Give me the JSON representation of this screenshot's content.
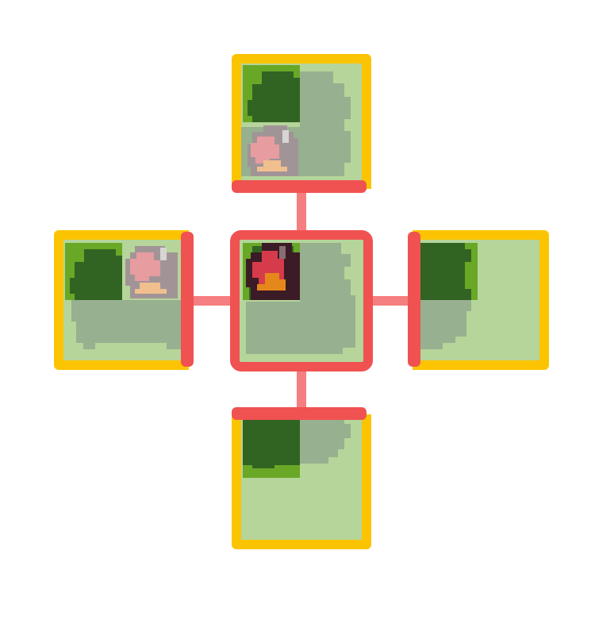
{
  "colors": {
    "background": "#ffffff",
    "selected_border": "#f05252",
    "neighbor_border": "#fcc400",
    "connector": "#f57e80",
    "grass_light": "#b5d59a",
    "grass_shadow": "#97b08f",
    "grass_bright": "#69a826",
    "bush": "#316422",
    "enemy_red": "#d63b4b",
    "enemy_dark": "#3a1b26",
    "enemy_beak": "#e6871b",
    "ghost_pink": "#e79ca0",
    "ghost_gray": "#a19497",
    "ghost_skin": "#f1bf8e"
  },
  "board": {
    "center_room": {
      "state": "selected",
      "occupant": "red-bird-enemy-icon"
    },
    "neighbors": [
      {
        "id": "north",
        "state": "available",
        "occupant": "ghost-bird-icon",
        "link": "connector-vertical"
      },
      {
        "id": "west",
        "state": "available",
        "occupant": "ghost-bird-icon",
        "link": "connector-horizontal"
      },
      {
        "id": "east",
        "state": "available",
        "occupant": "",
        "link": "connector-horizontal"
      },
      {
        "id": "south",
        "state": "available",
        "occupant": "",
        "link": "connector-vertical"
      }
    ]
  }
}
